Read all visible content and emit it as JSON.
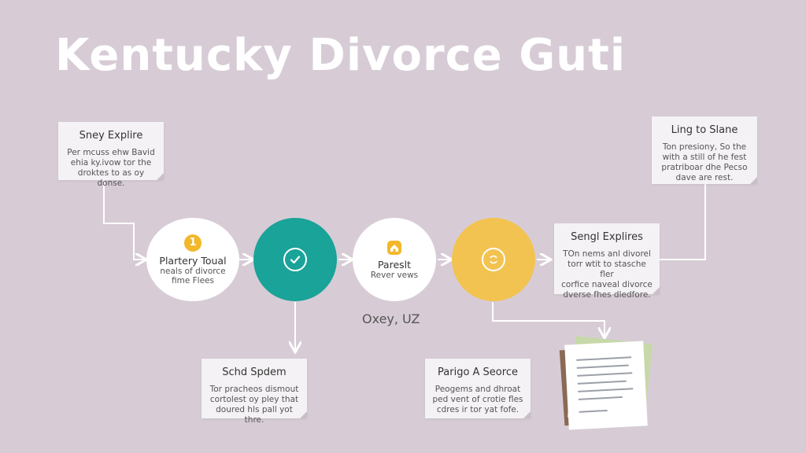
{
  "title": "Kentucky Divorce Guti",
  "cards": {
    "top_left": {
      "heading": "Sney Explire",
      "lines": [
        "Per mcuss ehw Bavid",
        "ehia ky.ivow tor the",
        "droktes to as oy donse."
      ]
    },
    "top_right": {
      "heading": "Ling to Slane",
      "lines": [
        "Ton presiony, So the",
        "with a still of he fest",
        "pratriboar dhe Pecso",
        "dave are rest."
      ]
    },
    "mid_right": {
      "heading": "Sengl Explires",
      "lines": [
        "TOn nems anl divorel",
        "torr wtit to stasche fler",
        "corfice naveal divorce",
        "dverse fhes dledfore."
      ]
    },
    "bottom_left": {
      "heading": "Schd Spdem",
      "lines": [
        "Tor pracheos dismout",
        "cortolest oy pley that",
        "doured hls pall yot thre."
      ]
    },
    "bottom_right": {
      "heading": "Parigo A Seorce",
      "lines": [
        "Peogems and dhroat",
        "ped vent of crotie fles",
        "cdres ir tor yat fofe."
      ]
    }
  },
  "steps": [
    {
      "title": "Plartery Toual",
      "sub": [
        "neals of divorce",
        "fime Flees"
      ],
      "badge": "1",
      "color": "#ffffff"
    },
    {
      "icon": "check-icon",
      "color": "#1aa398"
    },
    {
      "title": "Pareslt",
      "sub": [
        "Rever vews"
      ],
      "icon": "house-icon",
      "color": "#ffffff"
    },
    {
      "icon": "refresh-icon",
      "color": "#f2c350"
    }
  ],
  "caption": "Oxey, UZ",
  "colors": {
    "background": "#d7ccd6",
    "teal": "#1aa398",
    "yellow": "#f2c350",
    "badge": "#f2b82a"
  }
}
